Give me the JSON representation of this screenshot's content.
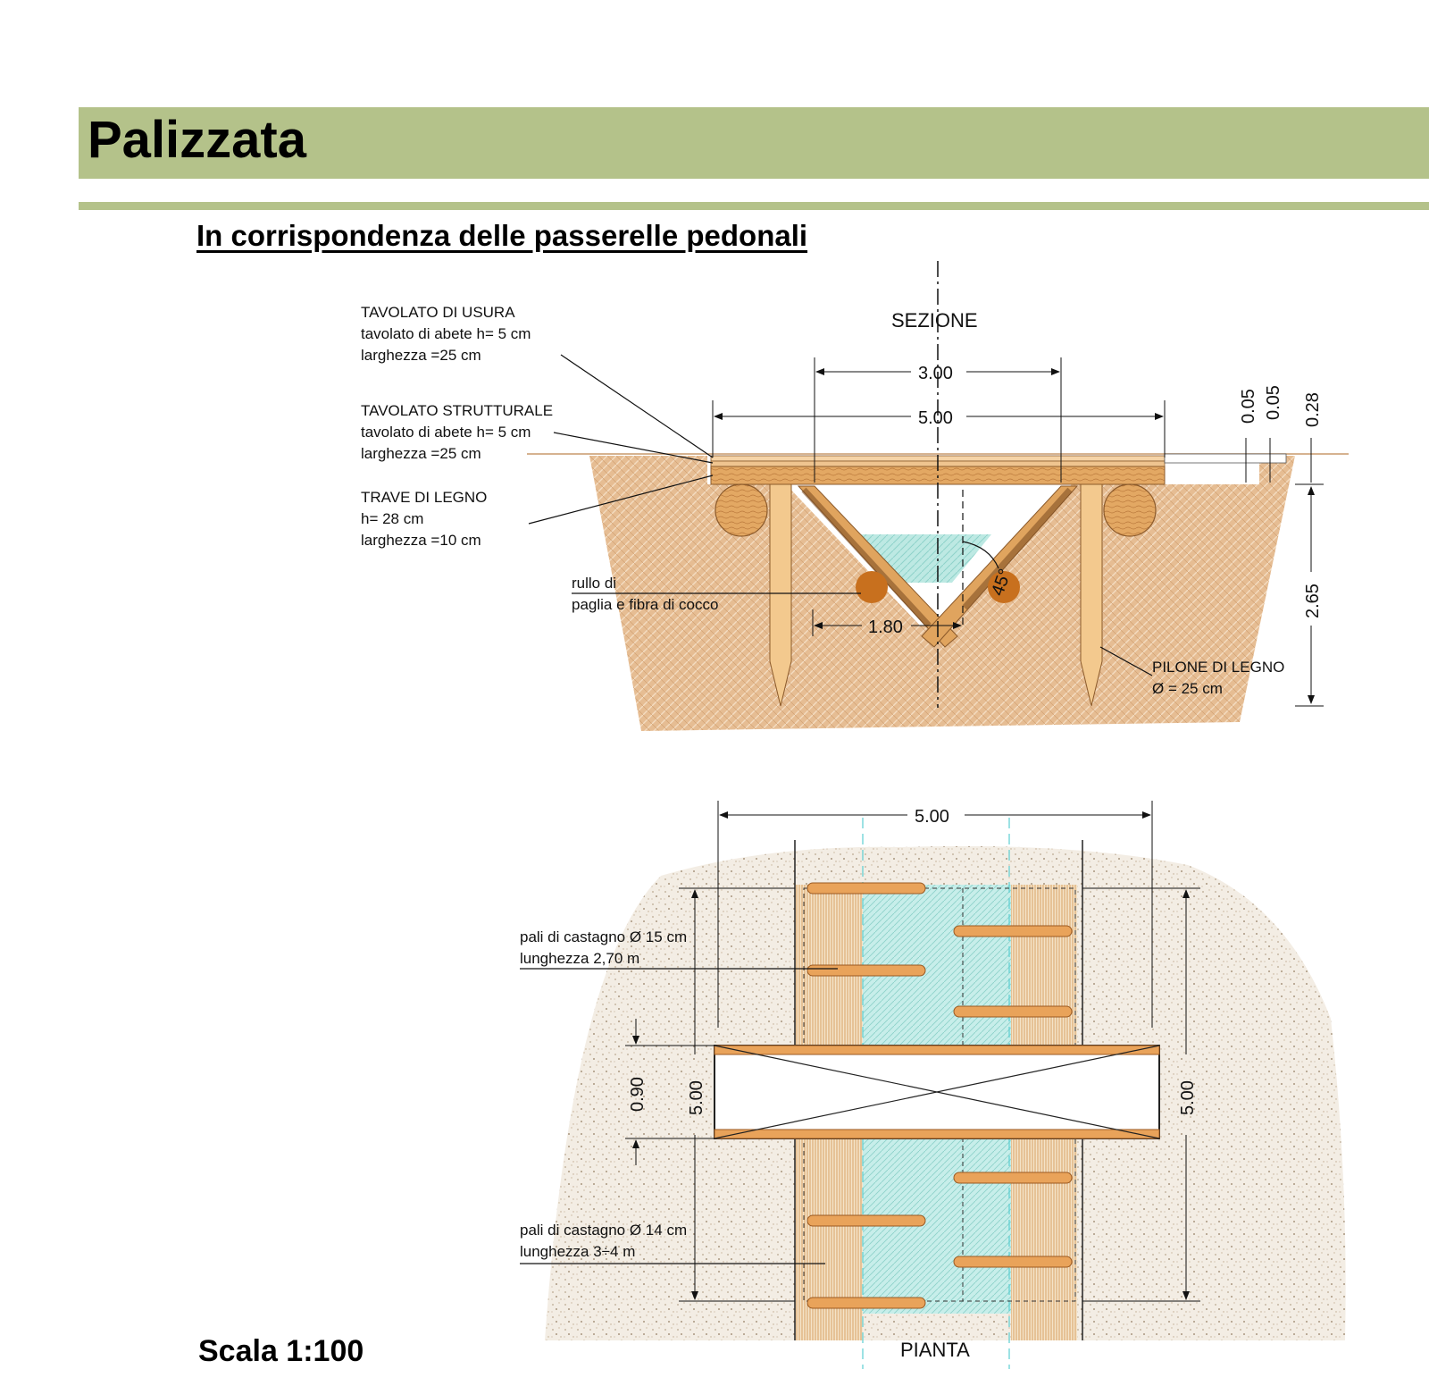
{
  "header": {
    "title": "Palizzata",
    "subtitle": "In corrispondenza delle passerelle pedonali",
    "band_color": "#b4c28a"
  },
  "colors": {
    "soil": "#e6bd93",
    "timber": "#d89a55",
    "timber_dark": "#8b5a2b",
    "water": "#bde9e3",
    "coir_roll": "#c8701e",
    "plan_soil": "#f1ebe2"
  },
  "section": {
    "title": "SEZIONE",
    "labels": {
      "usura": [
        "TAVOLATO DI USURA",
        "tavolato di abete h= 5 cm",
        "larghezza =25 cm"
      ],
      "strutturale": [
        "TAVOLATO STRUTTURALE",
        "tavolato di abete h= 5 cm",
        "larghezza =25 cm"
      ],
      "trave": [
        "TRAVE DI LEGNO",
        "h= 28 cm",
        "larghezza =10 cm"
      ],
      "rullo": [
        "rullo di",
        "paglia e fibra di cocco"
      ],
      "pilone": [
        "PILONE DI LEGNO",
        "Ø  = 25 cm"
      ]
    },
    "dimensions": {
      "top_3": "3.00",
      "top_5": "5.00",
      "v_005a": "0.05",
      "v_005b": "0.05",
      "v_028": "0.28",
      "v_265": "2.65",
      "bottom_180": "1.80",
      "angle": "45°"
    }
  },
  "plan": {
    "title": "PIANTA",
    "labels": {
      "pali15": [
        "pali di castagno Ø 15 cm",
        "lunghezza 2,70 m"
      ],
      "pali14": [
        "pali di castagno Ø 14 cm",
        "lunghezza 3÷4  m"
      ]
    },
    "dimensions": {
      "top_5": "5.00",
      "left_090": "0.90",
      "left_500": "5.00",
      "right_500": "5.00"
    }
  },
  "scale": "Scala 1:100"
}
